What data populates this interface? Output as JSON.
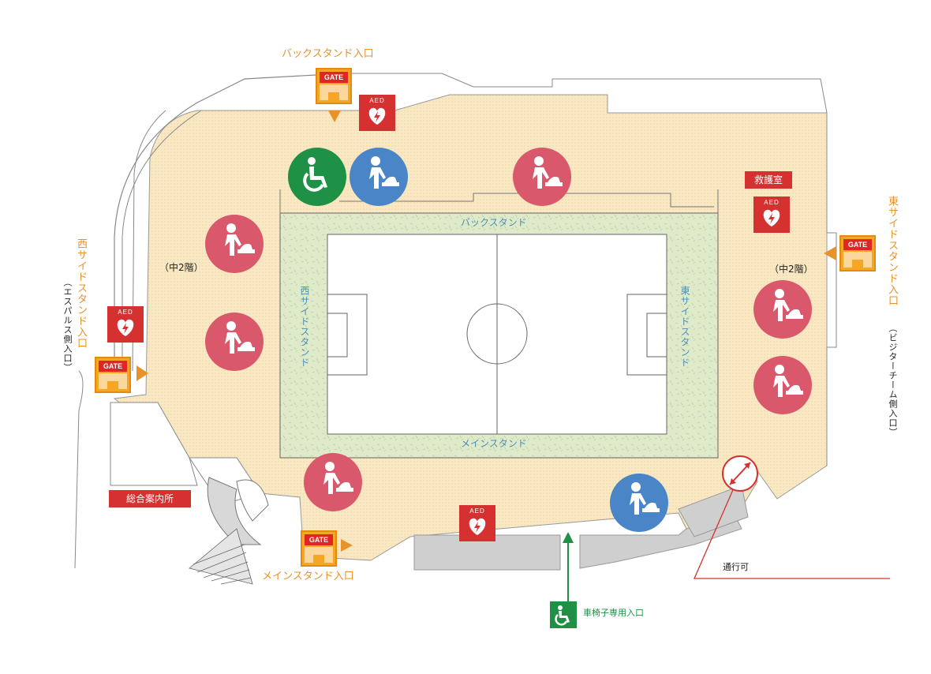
{
  "labels": {
    "back_stand_entrance": "バックスタンド入口",
    "west_side_stand_entrance": "西サイドスタンド入口",
    "west_side_stand_entrance_sub": "（エスパルス側入口）",
    "east_side_stand_entrance": "東サイドスタンド入口",
    "east_side_stand_entrance_sub": "（ビジターチーム側入口）",
    "main_stand_entrance": "メインスタンド入口",
    "wheelchair_entrance": "車椅子専用入口",
    "information_center": "総合案内所",
    "first_aid_room": "救護室",
    "mezzanine_left": "（中2階）",
    "mezzanine_right": "（中2階）",
    "passable": "通行可",
    "stand_back": "バックスタンド",
    "stand_main": "メインスタンド",
    "stand_west": "西サイドスタンド",
    "stand_east": "東サイドスタンド",
    "gate_text": "GATE",
    "aed_text": "AED"
  },
  "colors": {
    "concourse": "#f9e8c4",
    "pitch_surround": "#dfeacb",
    "pitch": "#ffffff",
    "gate_orange": "#f5a623",
    "aed_red": "#d63131",
    "baby_room_pink": "#d9586c",
    "restroom_blue": "#4a86c7",
    "accessible_green": "#1f9146",
    "stand_label_blue": "#4a8fb5",
    "entrance_label_orange": "#e8922a",
    "passage_red": "#d63131"
  },
  "icons": {
    "gate": "gate-icon",
    "aed": "aed-icon",
    "baby_changing": "baby-changing-icon",
    "wheelchair": "wheelchair-icon",
    "passage_arrow": "two-way-arrow-icon",
    "entry_arrow": "entry-arrow-icon"
  }
}
